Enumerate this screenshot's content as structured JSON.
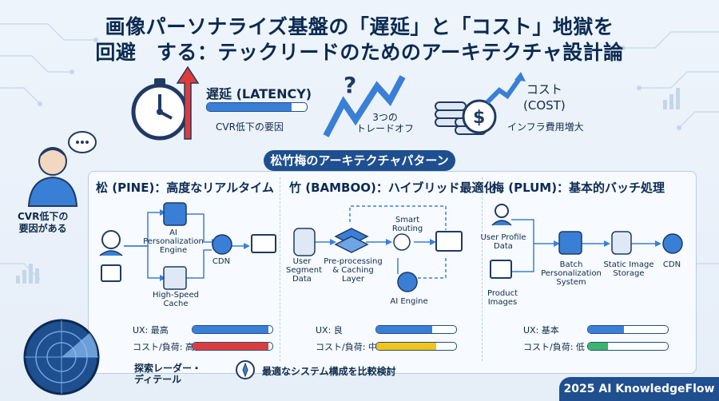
{
  "title": {
    "line1": "画像パーソナライズ基盤の「遅延」と「コスト」地獄を",
    "line2": "回避　する：テックリードのためのアーキテクチャ設計論"
  },
  "top": {
    "latency_label": "遅延 (LATENCY)",
    "latency_sub": "CVR低下の要因",
    "latency_level": 0.85,
    "tradeoff": "3つの\nトレードオフ",
    "cost_label": "コスト\n(COST)",
    "cost_sub": "インフラ費用増大"
  },
  "person_note": "CVR低下の\n要因がある",
  "section_title": "松竹梅のアーキテクチャパターン",
  "columns": [
    {
      "title": "松 (PINE)：高度なリアルタイム",
      "nodes": [
        "AI\nPersonalization\nEngine",
        "CDN",
        "High-Speed\nCache"
      ],
      "ux_label": "UX: 最高",
      "cost_label": "コスト/負荷: 高",
      "ux_level": 0.95,
      "cost_level": 0.95
    },
    {
      "title": "竹 (BAMBOO)：ハイブリッド最適化",
      "nodes": [
        "User\nSegment\nData",
        "Pre-processing\n& Caching Layer",
        "Smart\nRouting",
        "AI Engine"
      ],
      "ux_label": "UX: 良",
      "cost_label": "コスト/負荷: 中",
      "ux_level": 0.7,
      "cost_level": 0.75
    },
    {
      "title": "梅 (PLUM)：基本的バッチ処理",
      "nodes": [
        "User Profile\nData",
        "Product\nImages",
        "Batch\nPersonalization\nSystem",
        "Static Image\nStorage",
        "CDN"
      ],
      "ux_label": "UX: 基本",
      "cost_label": "コスト/負荷: 低",
      "ux_level": 0.45,
      "cost_level": 0.25
    }
  ],
  "bottom": {
    "radar_label": "探索レーダー・\nディテール",
    "compare_label": "最適なシステム構成を比較検討"
  },
  "footer": "2025 AI KnowledgeFlow",
  "colors": {
    "high": "#e03b3b",
    "mid": "#f0c419",
    "low": "#3ab56a",
    "blue": "#3a7fd6",
    "navy": "#1f4f8f"
  }
}
